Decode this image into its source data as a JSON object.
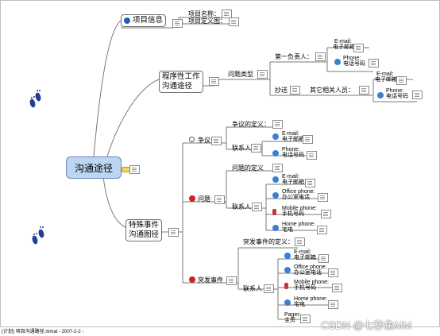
{
  "root": {
    "label": "沟通途径"
  },
  "branches": {
    "project_info": {
      "label": "项目信息",
      "children": [
        "项目名称：",
        "项目定义图："
      ]
    },
    "routine": {
      "label_line1": "程序性工作",
      "label_line2": "沟通途径",
      "type_label": "问题类型",
      "primary": {
        "label": "第一负责人：",
        "email_en": "E-mail:",
        "email_zh": "电子邮箱",
        "phone_en": "Phone:",
        "phone_zh": "电话号码"
      },
      "cc": {
        "label": "抄送",
        "others": "其它相关人员：",
        "email_en": "E-mail:",
        "email_zh": "电子邮箱",
        "phone_en": "Phone:",
        "phone_zh": "电话号码"
      }
    },
    "special": {
      "label_line1": "特殊事件",
      "label_line2": "沟通图径",
      "dispute": {
        "label": "争议",
        "definition": "争议的定义：",
        "contact": "联系人",
        "email_en": "E-mail:",
        "email_zh": "电子邮箱",
        "phone_en": "Phone:",
        "phone_zh": "电话号码"
      },
      "issue": {
        "label": "问题",
        "definition": "问题的定义",
        "contact": "联系人",
        "email_en": "E-mail:",
        "email_zh": "电子邮箱",
        "office_en": "Office phone:",
        "office_zh": "办公室电话",
        "mobile_en": "Mobile phone:",
        "mobile_zh": "手机号码",
        "home_en": "Home phone:",
        "home_zh": "宅电"
      },
      "emergency": {
        "label": "突发事件",
        "definition": "突发事件的定义：",
        "contact": "联系人",
        "email_en": "E-mail:",
        "email_zh": "电子邮箱",
        "office_en": "Office phone:",
        "office_zh": "办公室电话",
        "mobile_en": "Mobile phone:",
        "mobile_zh": "手机号码",
        "home_en": "Home phone:",
        "home_zh": "宅电",
        "pager_en": "Pager:",
        "pager_zh": "主页"
      }
    }
  },
  "footer": "(计划) 项目沟通路径.mmat - 2007-2-2 -",
  "watermark": "CSDN @七秒鱼MM",
  "colors": {
    "root_fill": "#bcd5f2",
    "line": "#7a7a7a",
    "feet": "#1f3d9a",
    "info_icon": "#1f5fbf",
    "stop_icon": "#d02020"
  }
}
